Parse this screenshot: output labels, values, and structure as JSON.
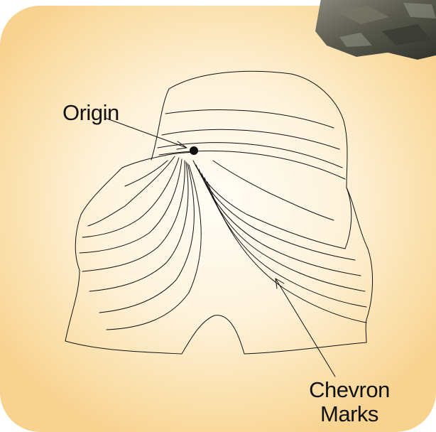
{
  "labels": {
    "origin": "Origin",
    "chevron_line1": "Chevron",
    "chevron_line2": "Marks"
  },
  "colors": {
    "ink": "#111111",
    "panel_center": "#fffdf6",
    "panel_edge": "#f8d28f",
    "specimen_rock": "#5b5b4e"
  },
  "icons": {
    "specimen": "rock-fragment-photo",
    "origin_marker": "filled-dot"
  }
}
